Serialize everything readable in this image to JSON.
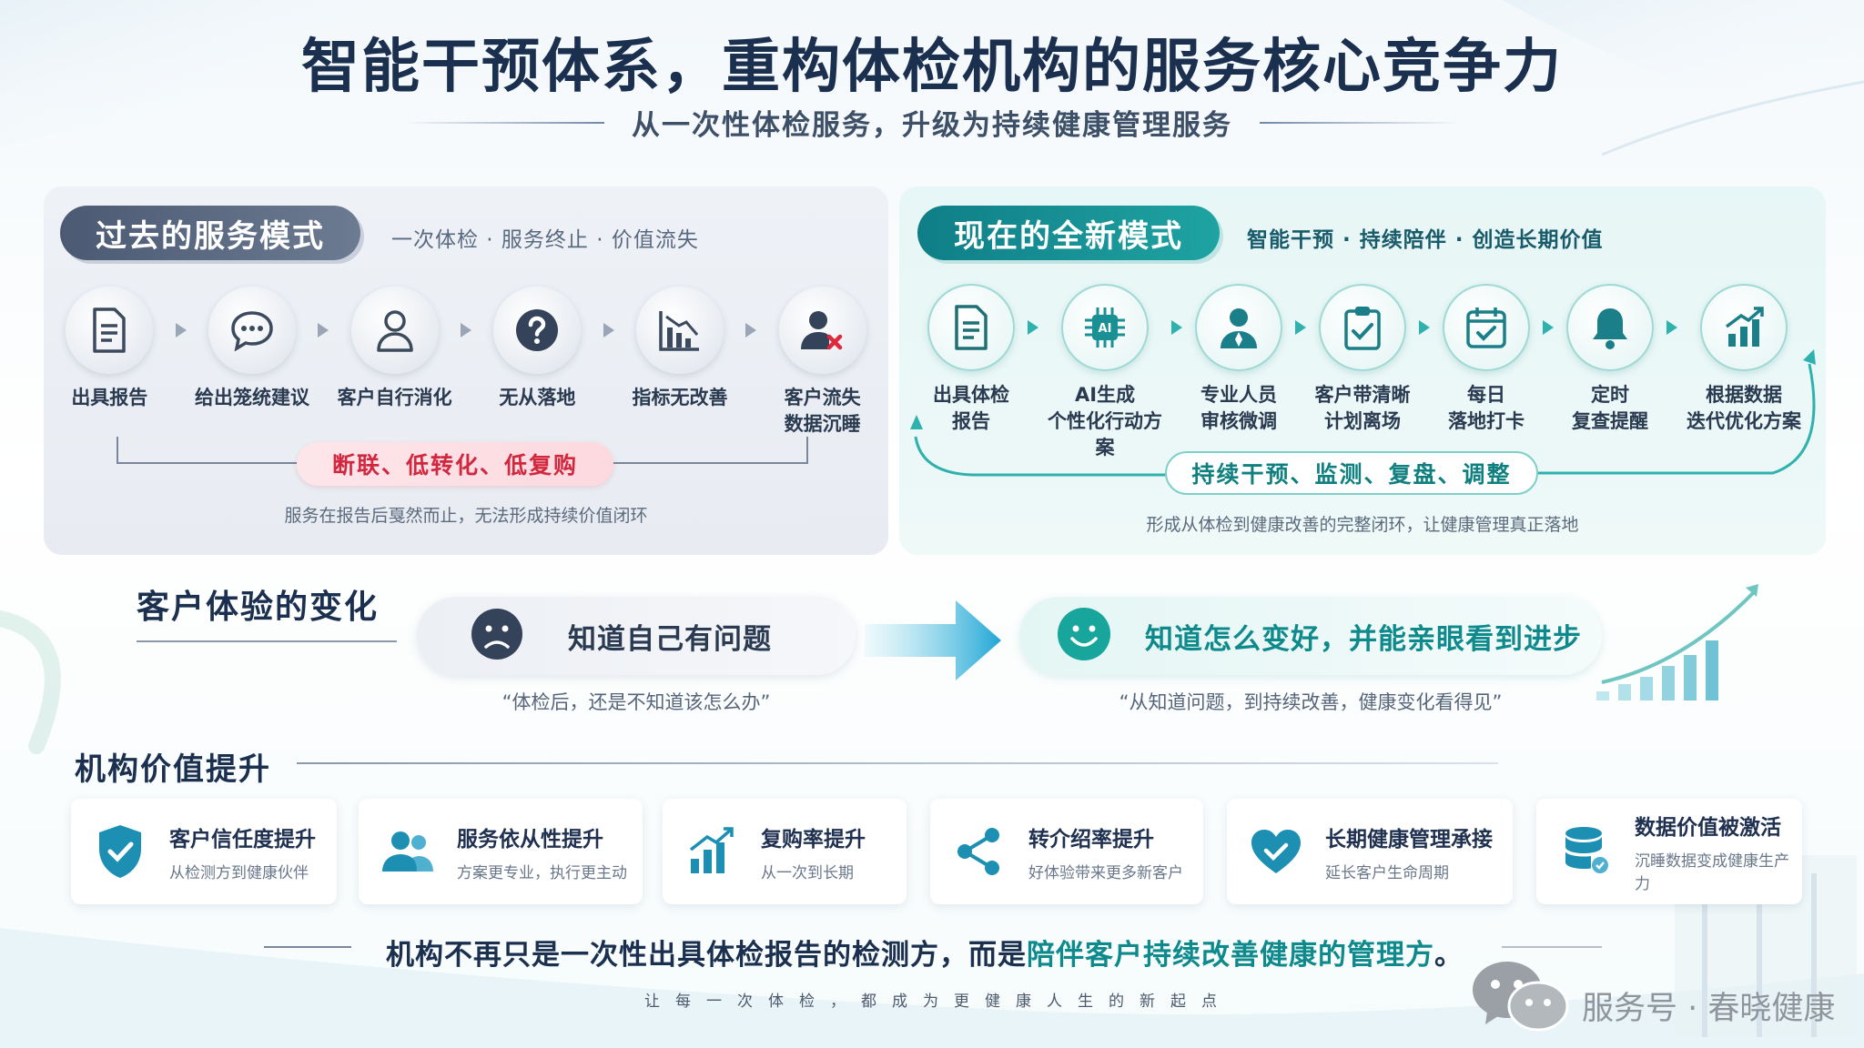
{
  "header": {
    "title": "智能干预体系，重构体检机构的服务核心竞争力",
    "subtitle": "从一次性体检服务，升级为持续健康管理服务"
  },
  "past": {
    "title": "过去的服务模式",
    "tagline": "一次体检 · 服务终止 · 价值流失",
    "steps": [
      {
        "label": "出具报告",
        "icon": "document-icon"
      },
      {
        "label": "给出笼统建议",
        "icon": "chat-bubble-icon"
      },
      {
        "label": "客户自行消化",
        "icon": "person-icon"
      },
      {
        "label": "无从落地",
        "icon": "question-icon"
      },
      {
        "label": "指标无改善",
        "icon": "declining-chart-icon"
      },
      {
        "label": "客户流失\n数据沉睡",
        "icon": "user-removed-icon"
      }
    ],
    "problem_badge": "断联、低转化、低复购",
    "note": "服务在报告后戛然而止，无法形成持续价值闭环"
  },
  "present": {
    "title": "现在的全新模式",
    "tagline": "智能干预 · 持续陪伴 · 创造长期价值",
    "steps": [
      {
        "label": "出具体检\n报告",
        "icon": "document-icon"
      },
      {
        "label": "AI生成\n个性化行动方案",
        "icon": "ai-chip-icon"
      },
      {
        "label": "专业人员\n审核微调",
        "icon": "professional-icon"
      },
      {
        "label": "客户带清晰\n计划离场",
        "icon": "clipboard-check-icon"
      },
      {
        "label": "每日\n落地打卡",
        "icon": "calendar-check-icon"
      },
      {
        "label": "定时\n复查提醒",
        "icon": "bell-icon"
      },
      {
        "label": "根据数据\n迭代优化方案",
        "icon": "growth-chart-icon"
      }
    ],
    "loop_badge": "持续干预、监测、复盘、调整",
    "note": "形成从体检到健康改善的完整闭环，让健康管理真正落地"
  },
  "experience": {
    "title": "客户体验的变化",
    "before": "知道自己有问题",
    "before_quote": "“体检后，还是不知道该怎么办”",
    "after": "知道怎么变好，并能亲眼看到进步",
    "after_quote": "“从知道问题，到持续改善，健康变化看得见”"
  },
  "value": {
    "title": "机构价值提升",
    "cards": [
      {
        "title": "客户信任度提升",
        "sub": "从检测方到健康伙伴",
        "icon": "shield-check-icon"
      },
      {
        "title": "服务依从性提升",
        "sub": "方案更专业，执行更主动",
        "icon": "users-icon"
      },
      {
        "title": "复购率提升",
        "sub": "从一次到长期",
        "icon": "bar-chart-up-icon"
      },
      {
        "title": "转介绍率提升",
        "sub": "好体验带来更多新客户",
        "icon": "share-icon"
      },
      {
        "title": "长期健康管理承接",
        "sub": "延长客户生命周期",
        "icon": "heart-check-icon"
      },
      {
        "title": "数据价值被激活",
        "sub": "沉睡数据变成健康生产力",
        "icon": "database-icon"
      }
    ]
  },
  "footer": {
    "statement_prefix": "机构不再只是一次性出具体检报告的检测方，而是",
    "statement_highlight": "陪伴客户持续改善健康的管理方",
    "statement_suffix": "。",
    "tagline": "让每一次体检，都成为更健康人生的新起点",
    "watermark": "服务号 · 春晓健康"
  },
  "colors": {
    "navy": "#1b2f4f",
    "teal": "#0f8a8c",
    "red": "#d2283f",
    "slate": "#4b5a72"
  }
}
